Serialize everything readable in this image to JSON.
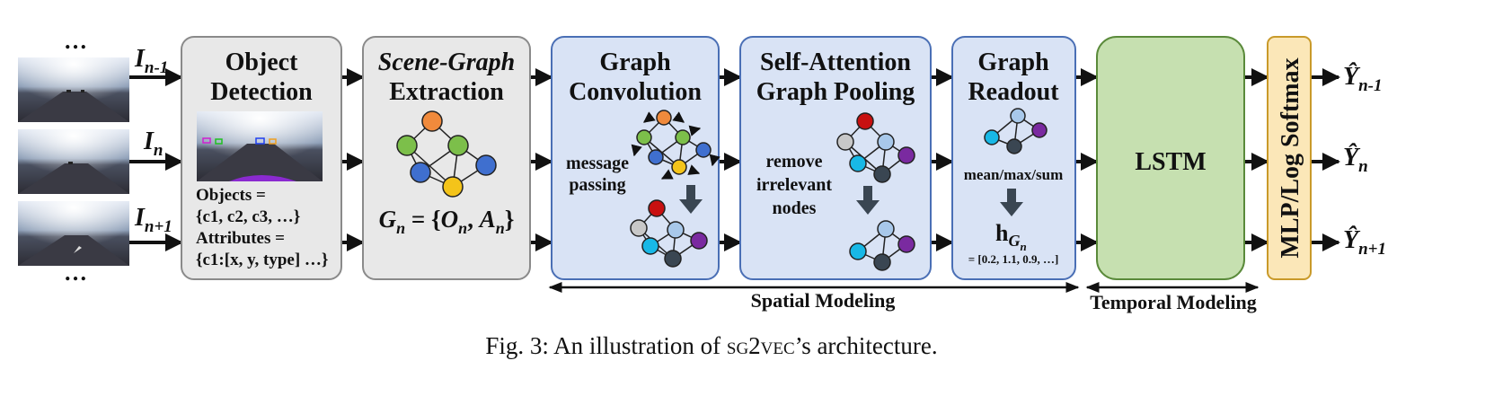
{
  "frames": {
    "dots_top": "…",
    "dots_bottom": "…",
    "inputs": [
      {
        "base": "I",
        "sub": "n-1"
      },
      {
        "base": "I",
        "sub": "n"
      },
      {
        "base": "I",
        "sub": "n+1"
      }
    ]
  },
  "object_detection": {
    "title_line1": "Object",
    "title_line2": "Detection",
    "objects_line1": "Objects =",
    "objects_line2": "{c1, c2, c3, …}",
    "attributes_line1": "Attributes =",
    "attributes_line2": "{c1:[x, y, type] …}"
  },
  "scene_graph": {
    "title_line1": "Scene-Graph",
    "title_line2": "Extraction",
    "formula_lhs": "G",
    "formula_lhs_sub": "n",
    "formula_eq": " = {",
    "formula_o": "O",
    "formula_o_sub": "n",
    "formula_comma": ", ",
    "formula_a": "A",
    "formula_a_sub": "n",
    "formula_close": "}"
  },
  "graph_convolution": {
    "title_line1": "Graph",
    "title_line2": "Convolution",
    "label_line1": "message",
    "label_line2": "passing"
  },
  "self_attention": {
    "title_line1": "Self-Attention",
    "title_line2": "Graph Pooling",
    "label_line1": "remove",
    "label_line2": "irrelevant",
    "label_line3": "nodes"
  },
  "graph_readout": {
    "title_line1": "Graph",
    "title_line2": "Readout",
    "ops": "mean/max/sum",
    "h_base": "h",
    "h_sub": "G",
    "h_subsub": "n",
    "vector": "= [0.2, 1.1, 0.9, …]"
  },
  "lstm": {
    "label": "LSTM"
  },
  "mlp": {
    "label": "MLP/Log Softmax"
  },
  "outputs": [
    {
      "base": "Ŷ",
      "sub": "n-1"
    },
    {
      "base": "Ŷ",
      "sub": "n"
    },
    {
      "base": "Ŷ",
      "sub": "n+1"
    }
  ],
  "brackets": {
    "spatial": "Spatial Modeling",
    "temporal": "Temporal Modeling"
  },
  "caption": {
    "prefix": "Fig. 3: An illustration of ",
    "name": "sg2vec",
    "suffix": "’s architecture."
  },
  "colors": {
    "stage_gray_fill": "#e8e8e8",
    "stage_gray_stroke": "#8a8a8a",
    "stage_blue_fill": "#d9e3f5",
    "stage_blue_stroke": "#4a6fb5",
    "lstm_fill": "#c6e0b0",
    "lstm_stroke": "#5a8a3a",
    "mlp_fill": "#fbe7b8",
    "mlp_stroke": "#c99a2a",
    "node_orange": "#f08a3c",
    "node_green": "#7cbf4a",
    "node_blue": "#3f6fcf",
    "node_yellow": "#f4c41a",
    "node_red": "#c81010",
    "node_gray": "#c8c8c8",
    "node_lightblue": "#a8c8ea",
    "node_cyan": "#18b8e6",
    "node_purple": "#7a2aa0",
    "node_dark": "#3a4652"
  }
}
